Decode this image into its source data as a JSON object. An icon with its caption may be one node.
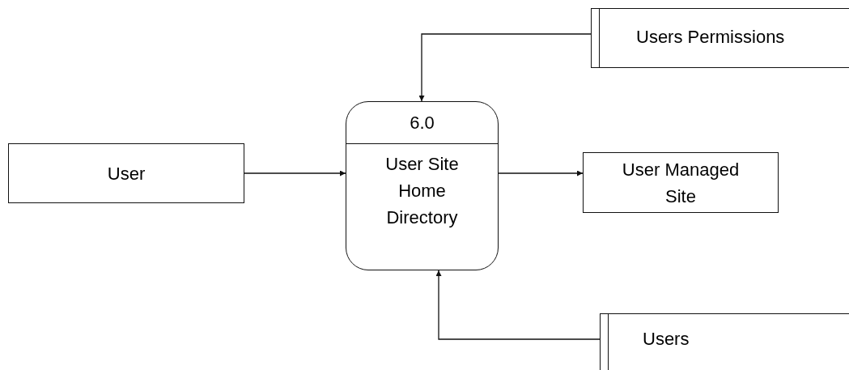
{
  "diagram": {
    "nodes": [
      {
        "text": [
          "Users Permissions"
        ]
      },
      {
        "text": [
          "User"
        ]
      },
      {
        "text": [
          "6.0",
          "User Site Home Directory"
        ]
      },
      {
        "text": [
          "User Managed Site"
        ]
      },
      {
        "text": [
          "Users"
        ]
      }
    ],
    "edges": [
      {
        "from": 0,
        "to": 2,
        "arrow": "to"
      },
      {
        "from": 1,
        "to": 2,
        "arrow": "to"
      },
      {
        "from": 2,
        "to": 3,
        "arrow": "to"
      },
      {
        "from": 4,
        "to": 2,
        "arrow": "to"
      }
    ]
  }
}
